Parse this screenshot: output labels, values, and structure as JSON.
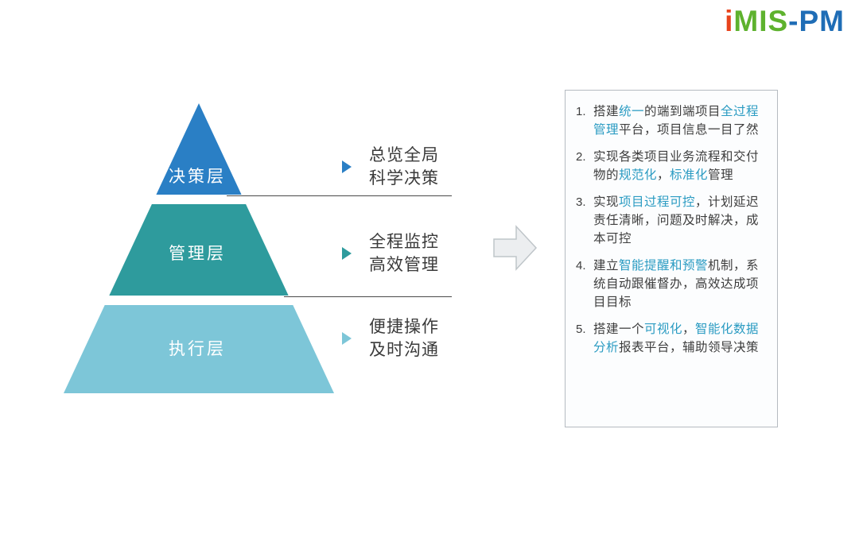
{
  "logo": {
    "part_i": "i",
    "part_mis": "MIS",
    "part_pm": "-PM",
    "color_i": "#e8431c",
    "color_mis": "#5eb22e",
    "color_pm": "#1f6db6"
  },
  "pyramid": {
    "layers": [
      {
        "label": "决策层",
        "color": "#2a7fc5",
        "caption_line1": "总览全局",
        "caption_line2": "科学决策"
      },
      {
        "label": "管理层",
        "color": "#2e9b9d",
        "caption_line1": "全程监控",
        "caption_line2": "高效管理"
      },
      {
        "label": "执行层",
        "color": "#7dc6d8",
        "caption_line1": "便捷操作",
        "caption_line2": "及时沟通"
      }
    ]
  },
  "benefits": {
    "text_color": "#3d3d3d",
    "highlight_color": "#2a9bc2",
    "items": [
      {
        "number": "1.",
        "segments": [
          {
            "t": "搭建",
            "hl": false
          },
          {
            "t": "统一",
            "hl": true
          },
          {
            "t": "的端到端项目",
            "hl": false
          },
          {
            "t": "全过程管理",
            "hl": true
          },
          {
            "t": "平台，项目信息一目了然",
            "hl": false
          }
        ]
      },
      {
        "number": "2.",
        "segments": [
          {
            "t": "实现各类项目业务流程和交付物的",
            "hl": false
          },
          {
            "t": "规范化",
            "hl": true
          },
          {
            "t": "，",
            "hl": false
          },
          {
            "t": "标准化",
            "hl": true
          },
          {
            "t": "管理",
            "hl": false
          }
        ]
      },
      {
        "number": "3.",
        "segments": [
          {
            "t": "实现",
            "hl": false
          },
          {
            "t": "项目过程可控",
            "hl": true
          },
          {
            "t": "，计划延迟责任清晰，问题及时解决，成本可控",
            "hl": false
          }
        ]
      },
      {
        "number": "4.",
        "segments": [
          {
            "t": "建立",
            "hl": false
          },
          {
            "t": "智能提醒和预警",
            "hl": true
          },
          {
            "t": "机制，系统自动跟催督办，高效达成项目目标",
            "hl": false
          }
        ]
      },
      {
        "number": "5.",
        "segments": [
          {
            "t": "搭建一个",
            "hl": false
          },
          {
            "t": "可视化",
            "hl": true
          },
          {
            "t": "，",
            "hl": false
          },
          {
            "t": "智能化数据分析",
            "hl": true
          },
          {
            "t": "报表平台，辅助领导决策",
            "hl": false
          }
        ]
      }
    ]
  }
}
